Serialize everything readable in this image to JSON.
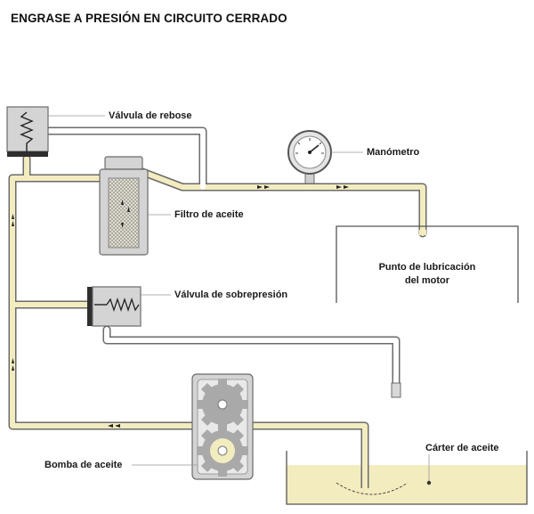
{
  "title": "ENGRASE A PRESIÓN EN CIRCUITO CERRADO",
  "labels": {
    "valvula_rebose": "Válvula de rebose",
    "manometro": "Manómetro",
    "filtro": "Filtro de aceite",
    "punto_l1": "Punto de lubricación",
    "punto_l2": "del motor",
    "valvula_sobrepresion": "Válvula de sobrepresión",
    "bomba": "Bomba de aceite",
    "carter": "Cárter de aceite"
  },
  "colors": {
    "oil": "#f3ecbf",
    "oil_light": "#faf6dc",
    "pipe_outline": "#6b6b6b",
    "component_gray": "#cfcfcf",
    "background": "#ffffff"
  },
  "icons": {
    "flow_arrow": "flow-direction-arrow",
    "spring": "spring-icon",
    "gauge": "pressure-gauge-icon",
    "gear": "gear-icon"
  }
}
